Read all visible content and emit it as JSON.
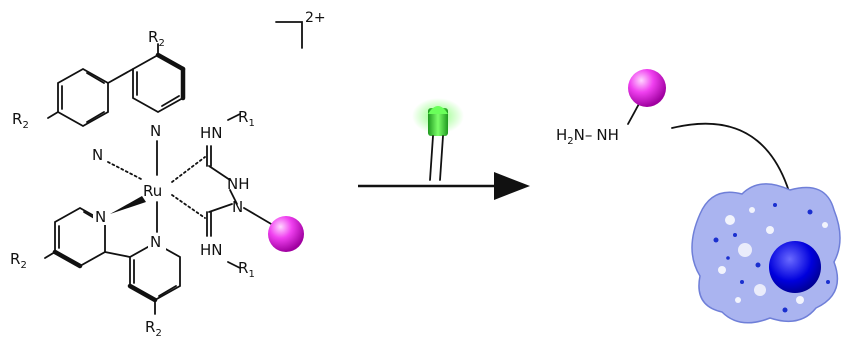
{
  "complex": {
    "metal": "Ru",
    "charge": "2+",
    "atom_N": "N",
    "substituent_R": "R",
    "sub_2": "2",
    "sub_1": "1",
    "hn": "HN",
    "nh": "NH",
    "n": "N"
  },
  "product": {
    "h": "H",
    "sub_2": "2",
    "n_dash": "N–",
    "nh": "NH"
  },
  "colors": {
    "payload_sphere": "#e800e8",
    "light_green": "#22cc22",
    "cell_body": "#aab4f0",
    "nucleus": "#0000dd",
    "ink": "#111111"
  },
  "icons": [
    "led-light-icon",
    "cell-icon"
  ]
}
